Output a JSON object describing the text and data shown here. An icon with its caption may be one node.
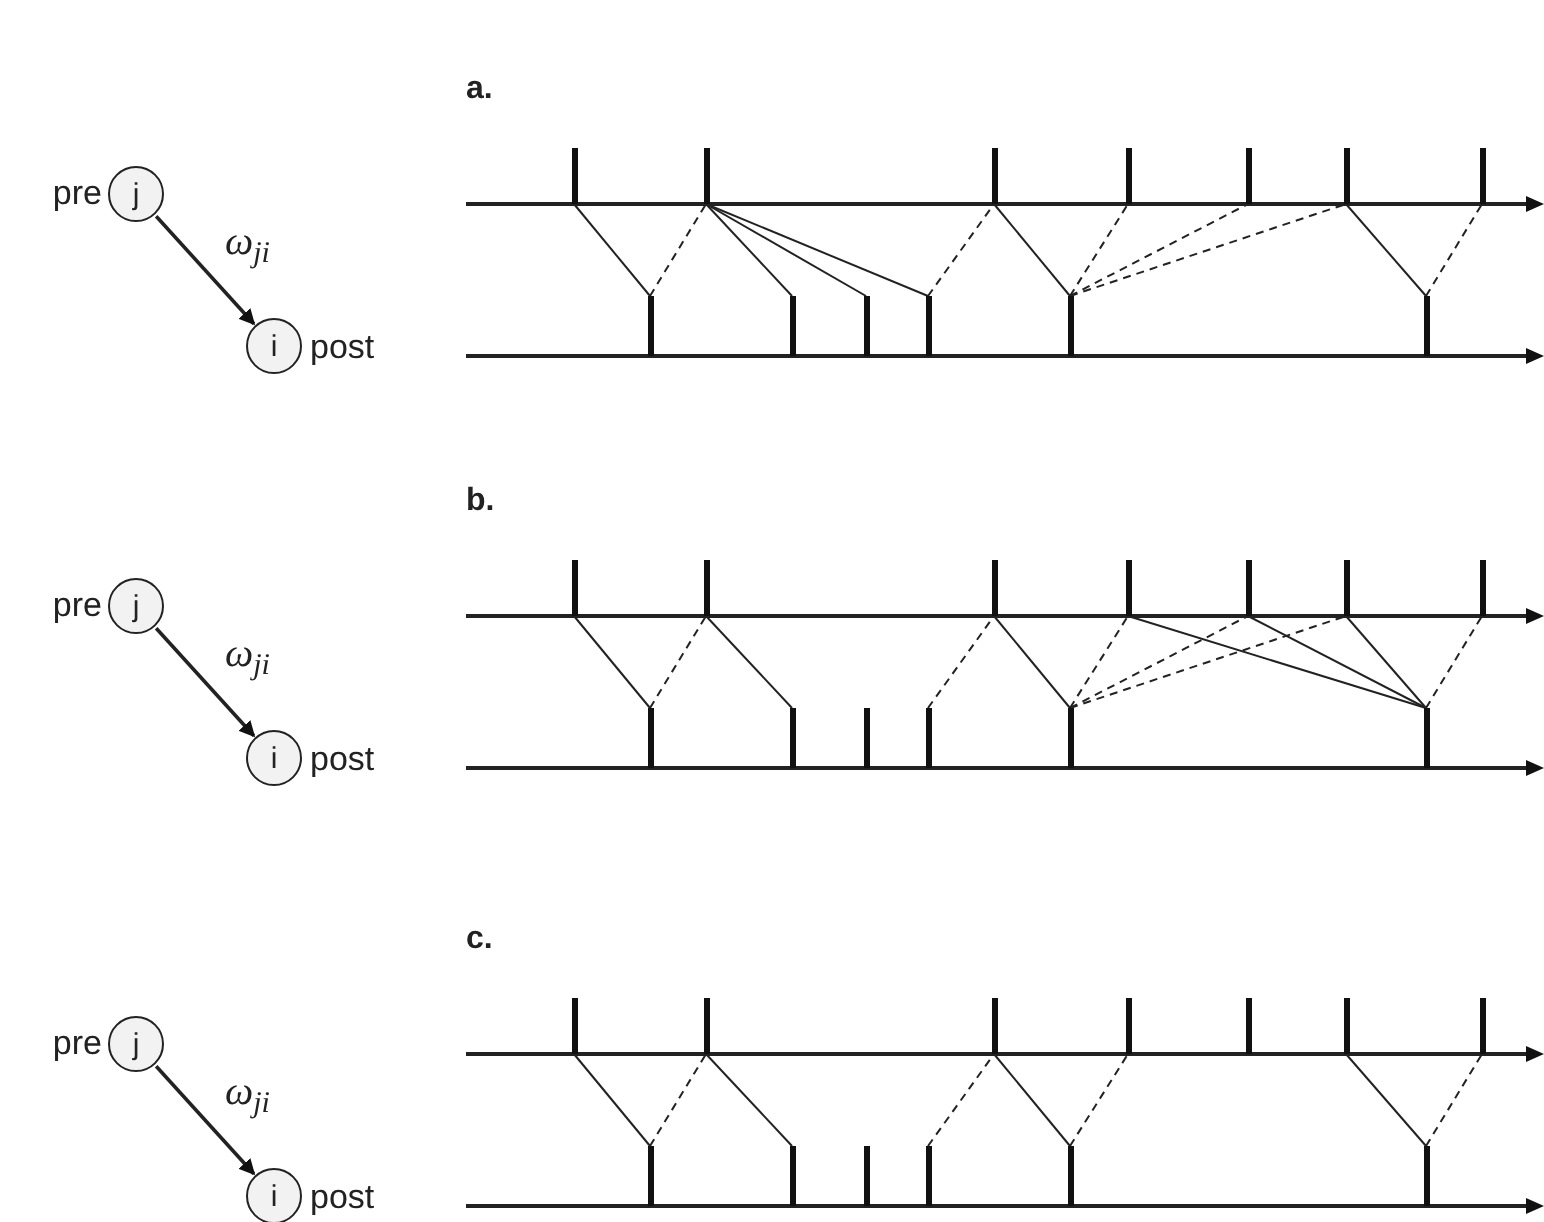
{
  "diagram": {
    "nodes": [
      {
        "text": [
          "j"
        ],
        "beside": [
          "pre"
        ]
      },
      {
        "text": [
          "i"
        ],
        "beside": [
          "post"
        ]
      },
      {
        "text": [],
        "shape": "bar"
      },
      {
        "text": [],
        "shape": "bar"
      },
      {
        "text": [],
        "shape": "bar"
      },
      {
        "text": [],
        "shape": "bar"
      },
      {
        "text": [],
        "shape": "bar"
      },
      {
        "text": [],
        "shape": "bar"
      },
      {
        "text": [],
        "shape": "bar"
      },
      {
        "text": [],
        "shape": "bar"
      },
      {
        "text": [],
        "shape": "bar"
      },
      {
        "text": [],
        "shape": "bar"
      },
      {
        "text": [],
        "shape": "bar"
      },
      {
        "text": [],
        "shape": "bar"
      },
      {
        "text": [],
        "shape": "bar"
      },
      {
        "text": [
          "j"
        ],
        "beside": [
          "pre"
        ]
      },
      {
        "text": [
          "i"
        ],
        "beside": [
          "post"
        ]
      },
      {
        "text": [],
        "shape": "bar"
      },
      {
        "text": [],
        "shape": "bar"
      },
      {
        "text": [],
        "shape": "bar"
      },
      {
        "text": [],
        "shape": "bar"
      },
      {
        "text": [],
        "shape": "bar"
      },
      {
        "text": [],
        "shape": "bar"
      },
      {
        "text": [],
        "shape": "bar"
      },
      {
        "text": [],
        "shape": "bar"
      },
      {
        "text": [],
        "shape": "bar"
      },
      {
        "text": [],
        "shape": "bar"
      },
      {
        "text": [],
        "shape": "bar"
      },
      {
        "text": [],
        "shape": "bar"
      },
      {
        "text": [],
        "shape": "bar"
      },
      {
        "text": [
          "j"
        ],
        "beside": [
          "pre"
        ]
      },
      {
        "text": [
          "i"
        ],
        "beside": [
          "post"
        ]
      },
      {
        "text": [],
        "shape": "bar"
      },
      {
        "text": [],
        "shape": "bar"
      },
      {
        "text": [],
        "shape": "bar"
      },
      {
        "text": [],
        "shape": "bar"
      },
      {
        "text": [],
        "shape": "bar"
      },
      {
        "text": [],
        "shape": "bar"
      },
      {
        "text": [],
        "shape": "bar"
      },
      {
        "text": [],
        "shape": "bar"
      },
      {
        "text": [],
        "shape": "bar"
      },
      {
        "text": [],
        "shape": "bar"
      },
      {
        "text": [],
        "shape": "bar"
      },
      {
        "text": [],
        "shape": "bar"
      },
      {
        "text": [],
        "shape": "bar"
      }
    ],
    "edges": [
      {
        "from": 0,
        "to": 1,
        "arrow": "to",
        "label": "ω$_{ji}$"
      },
      {
        "from": 2,
        "to": 9,
        "arrow": "none"
      },
      {
        "from": 9,
        "to": 3,
        "arrow": "none",
        "style": "dashed"
      },
      {
        "from": 3,
        "to": 10,
        "arrow": "none"
      },
      {
        "from": 3,
        "to": 11,
        "arrow": "none"
      },
      {
        "from": 3,
        "to": 12,
        "arrow": "none"
      },
      {
        "from": 12,
        "to": 4,
        "arrow": "none",
        "style": "dashed"
      },
      {
        "from": 4,
        "to": 13,
        "arrow": "none"
      },
      {
        "from": 13,
        "to": 5,
        "arrow": "none",
        "style": "dashed"
      },
      {
        "from": 13,
        "to": 6,
        "arrow": "none",
        "style": "dashed"
      },
      {
        "from": 13,
        "to": 7,
        "arrow": "none",
        "style": "dashed"
      },
      {
        "from": 7,
        "to": 14,
        "arrow": "none"
      },
      {
        "from": 14,
        "to": 8,
        "arrow": "none",
        "style": "dashed"
      },
      {
        "from": 15,
        "to": 16,
        "arrow": "to",
        "label": "ω$_{ji}$"
      },
      {
        "from": 17,
        "to": 24,
        "arrow": "none"
      },
      {
        "from": 24,
        "to": 18,
        "arrow": "none",
        "style": "dashed"
      },
      {
        "from": 18,
        "to": 25,
        "arrow": "none"
      },
      {
        "from": 27,
        "to": 19,
        "arrow": "none",
        "style": "dashed"
      },
      {
        "from": 19,
        "to": 28,
        "arrow": "none"
      },
      {
        "from": 28,
        "to": 20,
        "arrow": "none",
        "style": "dashed"
      },
      {
        "from": 28,
        "to": 21,
        "arrow": "none",
        "style": "dashed"
      },
      {
        "from": 28,
        "to": 22,
        "arrow": "none",
        "style": "dashed"
      },
      {
        "from": 20,
        "to": 29,
        "arrow": "none"
      },
      {
        "from": 21,
        "to": 29,
        "arrow": "none"
      },
      {
        "from": 22,
        "to": 29,
        "arrow": "none"
      },
      {
        "from": 29,
        "to": 23,
        "arrow": "none",
        "style": "dashed"
      },
      {
        "from": 30,
        "to": 31,
        "arrow": "to",
        "label": "ω$_{ji}$"
      },
      {
        "from": 32,
        "to": 39,
        "arrow": "none"
      },
      {
        "from": 39,
        "to": 33,
        "arrow": "none",
        "style": "dashed"
      },
      {
        "from": 33,
        "to": 40,
        "arrow": "none"
      },
      {
        "from": 42,
        "to": 34,
        "arrow": "none",
        "style": "dashed"
      },
      {
        "from": 34,
        "to": 43,
        "arrow": "none"
      },
      {
        "from": 43,
        "to": 35,
        "arrow": "none",
        "style": "dashed"
      },
      {
        "from": 37,
        "to": 44,
        "arrow": "none"
      },
      {
        "from": 44,
        "to": 38,
        "arrow": "none",
        "style": "dashed"
      }
    ],
    "labels": [
      "a.",
      "b.",
      "c."
    ]
  }
}
